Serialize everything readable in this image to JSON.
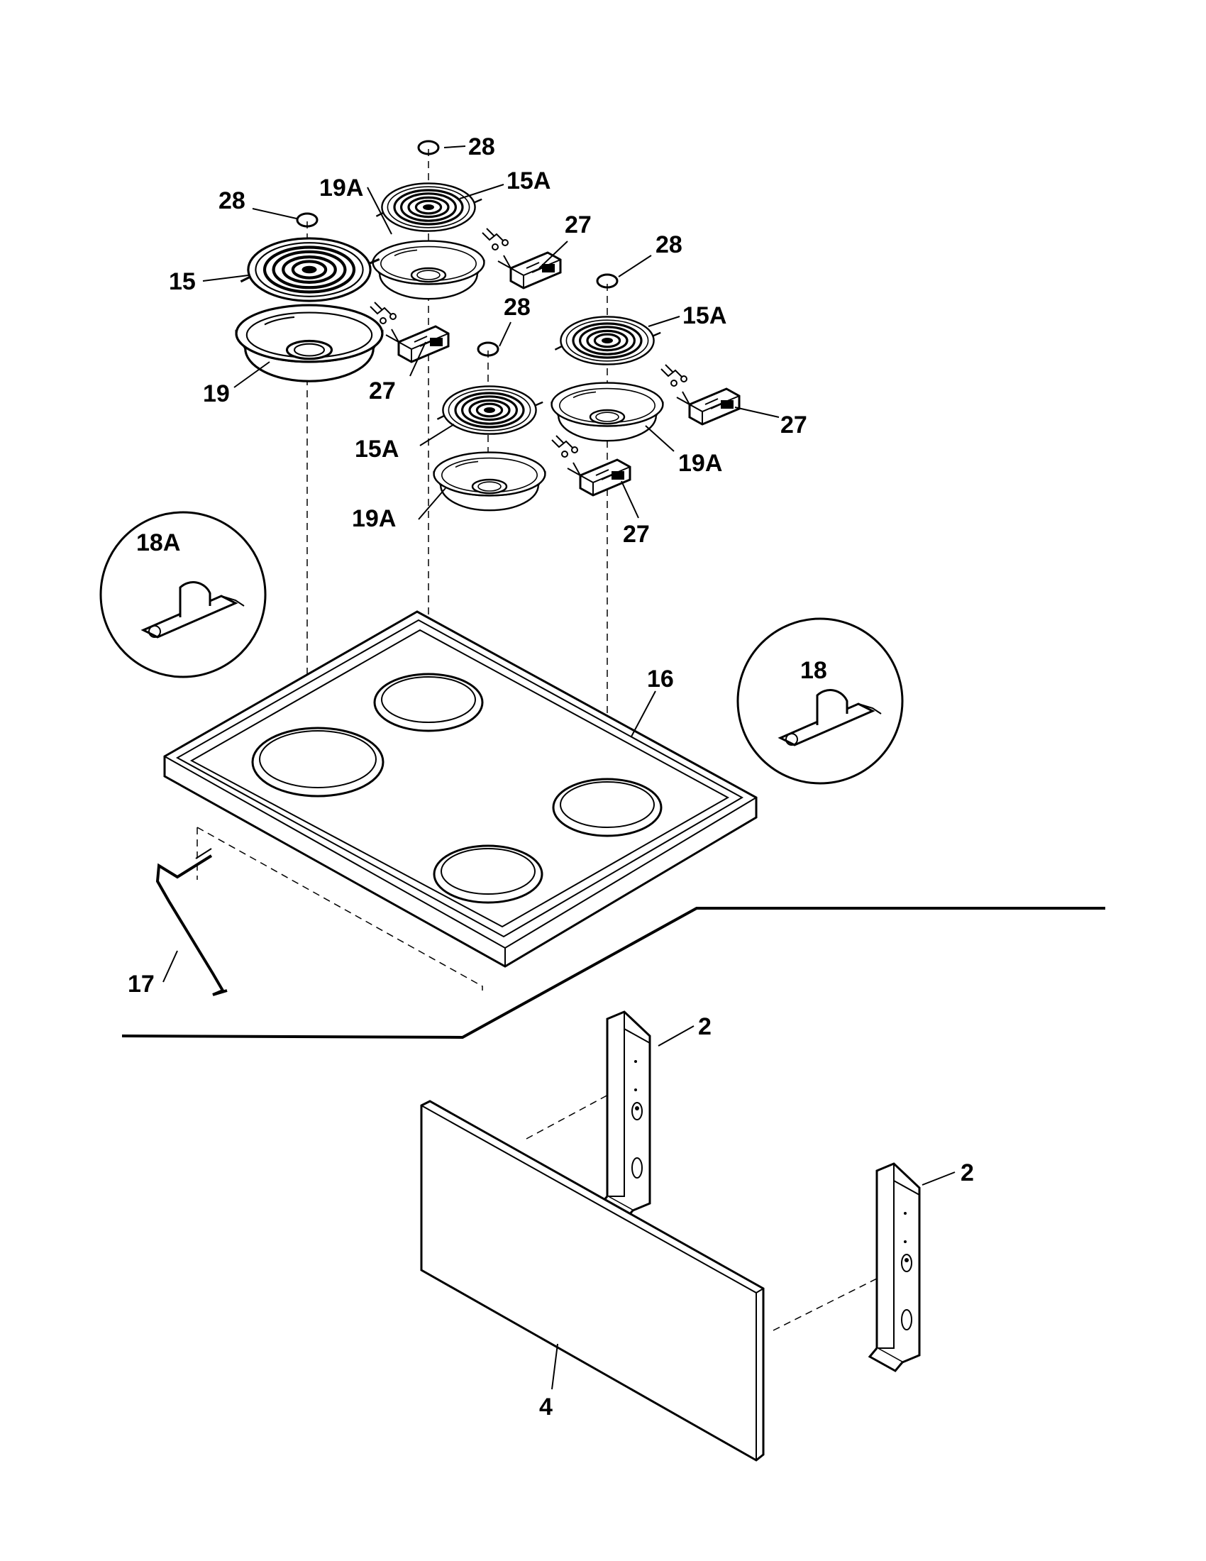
{
  "labels": {
    "cap_rear": "28",
    "cap_left": "28",
    "cap_right": "28",
    "cap_center": "28",
    "element_left": "15",
    "element_rear": "15A",
    "element_right": "15A",
    "element_center": "15A",
    "pan_left": "19",
    "pan_rear": "19A",
    "pan_right": "19A",
    "pan_center": "19A",
    "receptacle_left": "27",
    "receptacle_rear": "27",
    "receptacle_right": "27",
    "receptacle_center": "27",
    "hinge_18a": "18A",
    "hinge_18": "18",
    "cooktop": "16",
    "rod": "17",
    "bracket_left": "2",
    "bracket_right": "2",
    "panel": "4"
  }
}
